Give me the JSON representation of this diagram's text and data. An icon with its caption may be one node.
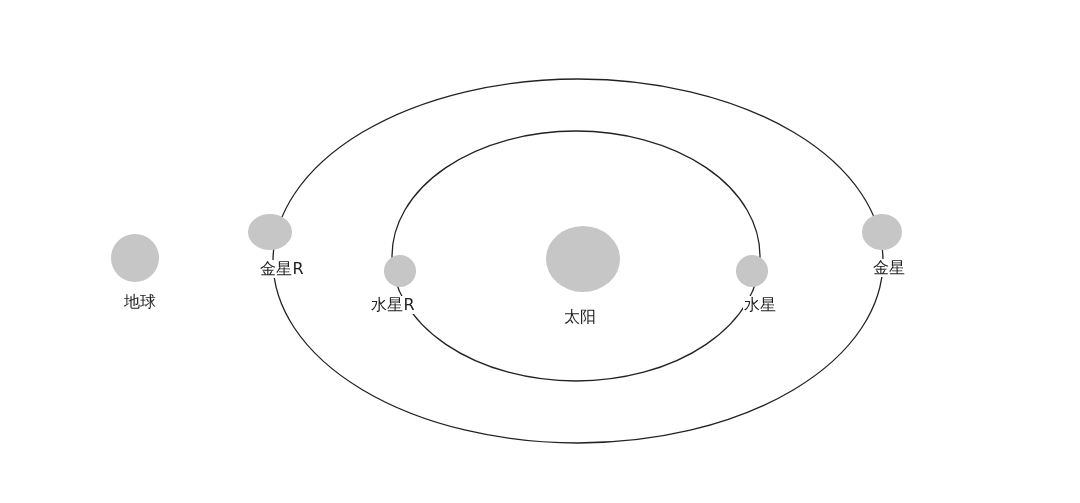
{
  "diagram": {
    "nodes": [
      {
        "text": [
          "地球"
        ]
      },
      {
        "text": [
          "金星R"
        ]
      },
      {
        "text": [
          "水星R"
        ]
      },
      {
        "text": [
          "太阳"
        ]
      },
      {
        "text": [
          "水星"
        ]
      },
      {
        "text": [
          "金星"
        ]
      }
    ]
  }
}
